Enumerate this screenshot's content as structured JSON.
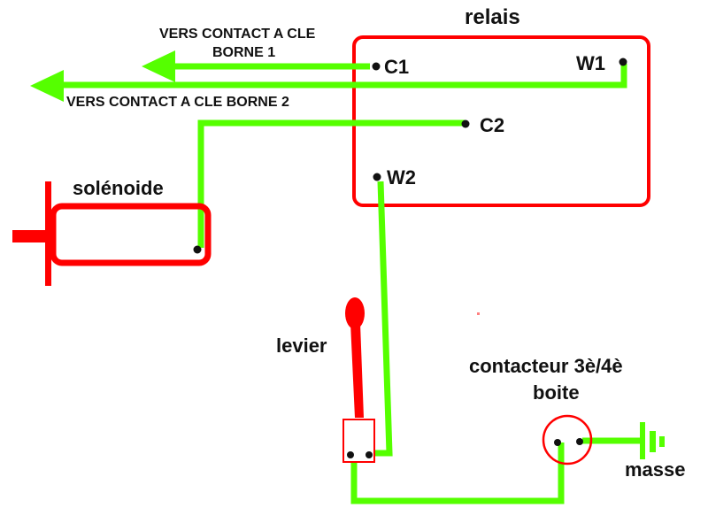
{
  "colors": {
    "wire": "#55ff00",
    "component": "#ff0000",
    "terminal": "#111111",
    "text": "#111111"
  },
  "labels": {
    "relais": "relais",
    "c1": "C1",
    "c2": "C2",
    "w1": "W1",
    "w2": "W2",
    "arrow1_line1": "VERS CONTACT A CLE",
    "arrow1_line2": "BORNE 1",
    "arrow2": "VERS CONTACT A CLE BORNE 2",
    "solenoide": "solénoide",
    "levier": "levier",
    "contacteur_line1": "contacteur 3è/4è",
    "contacteur_line2": "boite",
    "masse": "masse"
  }
}
